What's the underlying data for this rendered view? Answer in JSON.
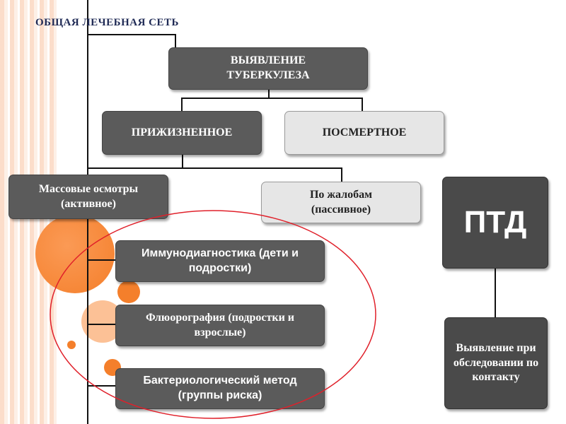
{
  "title": "ОБЩАЯ ЛЕЧЕБНАЯ СЕТЬ",
  "colors": {
    "dark_box": "#5b5b5b",
    "light_box": "#e6e6e6",
    "ptd_box": "#4a4a4a",
    "accent_orange": "#f47f2b",
    "ellipse_red": "#e0202a"
  },
  "nodes": {
    "root": "ВЫЯВЛЕНИЕ ТУБЕРКУЛЕЗА",
    "lifetime": "ПРИЖИЗНЕННОЕ",
    "postmortem": "ПОСМЕРТНОЕ",
    "mass_screening": "Массовые осмотры (активное)",
    "complaints": "По жалобам (пассивное)",
    "immunodiagnostics": "Иммунодиагностика (дети и подростки)",
    "fluorography": "Флюорография (подростки и взрослые)",
    "bacteriological": "Бактериологический метод (группы риска)",
    "ptd": "ПТД",
    "contact_exam": "Выявление при обследовании по контакту"
  }
}
